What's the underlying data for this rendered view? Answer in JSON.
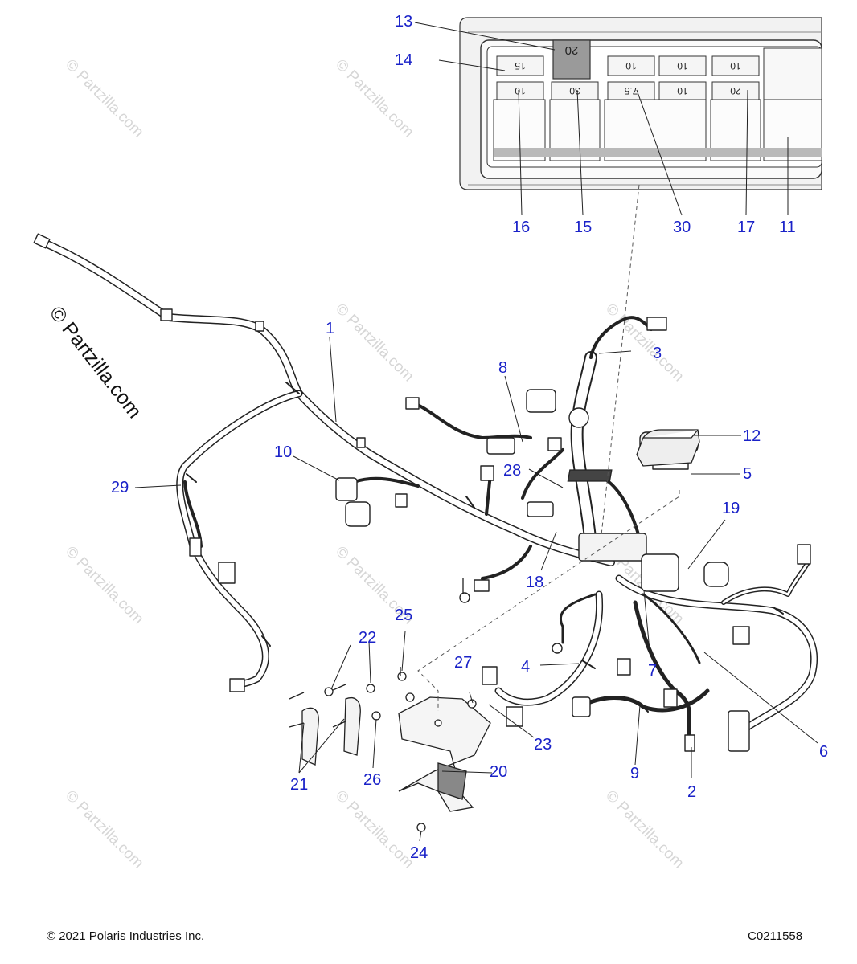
{
  "watermark": {
    "large": "© Partzilla.com",
    "small": "© Partzilla.com"
  },
  "fuse_box": {
    "top_row": [
      "15",
      "20",
      "10",
      "10",
      "10"
    ],
    "bottom_row": [
      "10",
      "30",
      "7.5",
      "10",
      "20"
    ]
  },
  "callouts": {
    "c1": "1",
    "c2": "2",
    "c3": "3",
    "c4": "4",
    "c5": "5",
    "c6": "6",
    "c7": "7",
    "c8": "8",
    "c9": "9",
    "c10": "10",
    "c11": "11",
    "c12": "12",
    "c13": "13",
    "c14": "14",
    "c15": "15",
    "c16": "16",
    "c17": "17",
    "c18": "18",
    "c19": "19",
    "c20": "20",
    "c21": "21",
    "c22": "22",
    "c23": "23",
    "c24": "24",
    "c25": "25",
    "c26": "26",
    "c27": "27",
    "c28": "28",
    "c29": "29",
    "c30": "30"
  },
  "footer": {
    "copyright": "© 2021 Polaris Industries Inc.",
    "diagram_code": "C0211558"
  },
  "colors": {
    "callout": "#1a22c8",
    "line": "#222222",
    "watermark": "#d6d6d6"
  }
}
